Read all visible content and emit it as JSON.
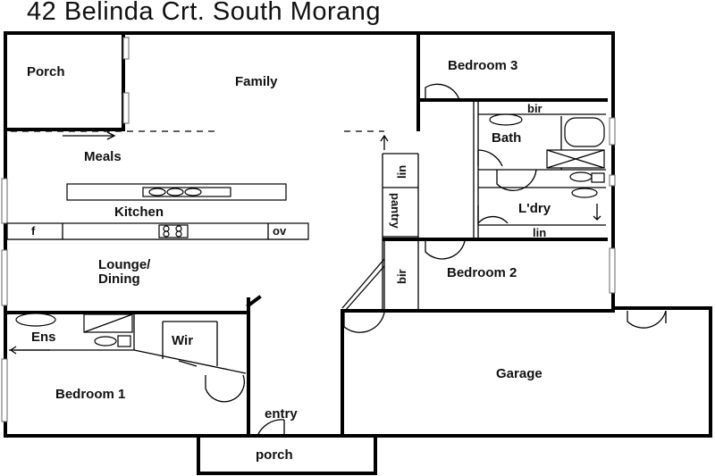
{
  "title": "42 Belinda Crt. South Morang",
  "rooms": {
    "porch_top": "Porch",
    "family": "Family",
    "bedroom3": "Bedroom 3",
    "bir_top": "bir",
    "bath": "Bath",
    "meals": "Meals",
    "lin_vertical": "lin",
    "pantry": "pantry",
    "laundry": "L'dry",
    "kitchen": "Kitchen",
    "fridge": "f",
    "oven": "ov",
    "lin_laundry": "lin",
    "lounge_line1": "Lounge/",
    "lounge_line2": "Dining",
    "bir_bedroom2": "bir",
    "bedroom2": "Bedroom 2",
    "ens": "Ens",
    "wir": "Wir",
    "garage": "Garage",
    "bedroom1": "Bedroom 1",
    "entry": "entry",
    "porch_bottom": "porch"
  }
}
